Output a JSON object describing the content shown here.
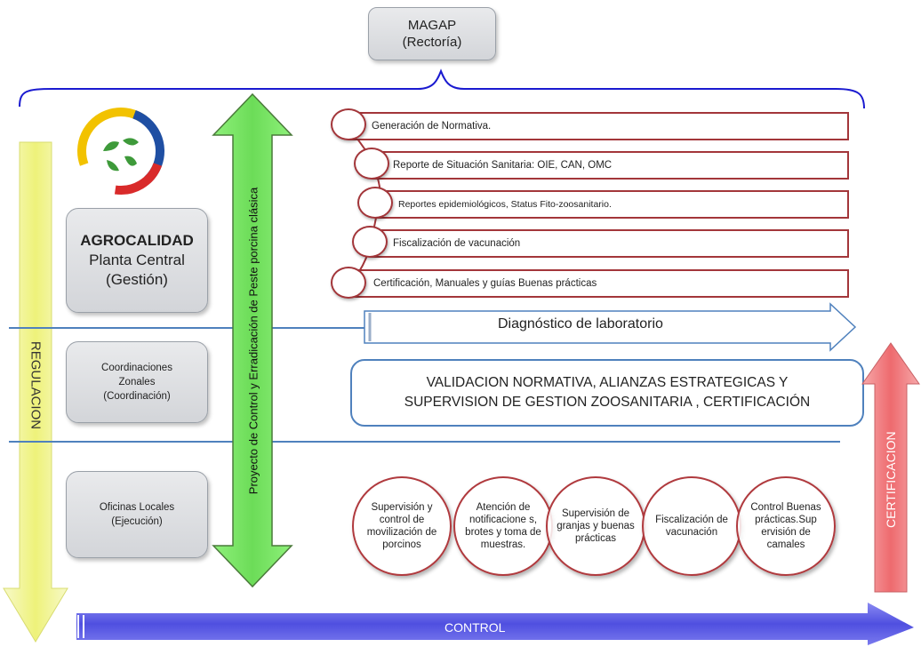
{
  "top_box": {
    "line1": "MAGAP",
    "line2": "(Rectoría)"
  },
  "central_box": {
    "line1": "AGROCALIDAD",
    "line2": "Planta Central",
    "line3": "(Gestión)"
  },
  "zonal_box": {
    "line1": "Coordinaciones",
    "line2": "Zonales",
    "line3": "(Coordinación)"
  },
  "local_box": {
    "line1": "Oficinas Locales",
    "line2": "(Ejecución)"
  },
  "left_arrow_label": "REGULACION",
  "project_arrow_label": "Proyecto de Control  y Erradicación de Peste porcina clásica",
  "right_arrow_label": "CERTIFICACION",
  "bottom_arrow_label": "CONTROL",
  "lab_arrow_label": "Diagnóstico de laboratorio",
  "validation_box": {
    "line1": "VALIDACION NORMATIVA, ALIANZAS ESTRATEGICAS Y",
    "line2": "SUPERVISION DE GESTION ZOOSANITARIA , CERTIFICACIÓN"
  },
  "functions": [
    "Generación de Normativa.",
    "Reporte de Situación Sanitaria: OIE, CAN, OMC",
    "Reportes epidemiológicos, Status Fito-zoosanitario.",
    "Fiscalización de vacunación",
    "Certificación,  Manuales y guías Buenas prácticas"
  ],
  "activities": [
    "Supervisión  y control de movilización de porcinos",
    "Atención de notificacione s, brotes y toma de muestras.",
    "Supervisión de granjas y buenas prácticas",
    "Fiscalización de vacunación",
    "Control Buenas prácticas.Sup ervisión de camales"
  ],
  "colors": {
    "brace": "#1a1ad0",
    "divider": "#4f81bd",
    "item_border": "#a3363a",
    "green_arrow": "#7ee86a",
    "yellow_arrow": "#f3f59a",
    "red_arrow": "#f07276",
    "blue_arrow": "#5b5be8"
  },
  "logo": "agrocalidad-logo"
}
